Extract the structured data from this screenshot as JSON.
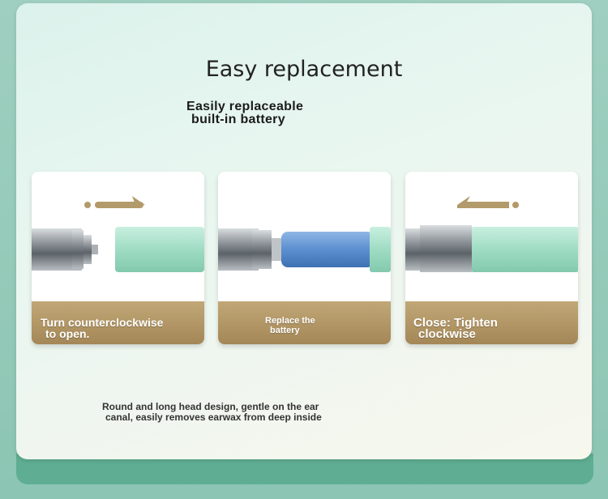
{
  "header": {
    "title": "Easy replacement",
    "subtitle_line1": "Easily replaceable",
    "subtitle_line2": "built-in battery"
  },
  "steps": [
    {
      "caption_line1": "Turn counterclockwise",
      "caption_line2": "to open.",
      "arrow": "right-arrow-icon"
    },
    {
      "caption_line1": "Replace the",
      "caption_line2": "battery",
      "arrow": ""
    },
    {
      "caption_line1": "Close: Tighten",
      "caption_line2": "clockwise",
      "arrow": "left-arrow-icon"
    }
  ],
  "footer": {
    "line1": "Round and long head design, gentle on the ear",
    "line2": "canal, easily removes earwax from deep inside"
  },
  "colors": {
    "background": "#8cc5b3",
    "panel": "#e4f4ee",
    "caption_band": "#b39a6a",
    "device_body": "#a9e0c8",
    "battery": "#5b8fd0",
    "arrow": "#b39a6a"
  }
}
